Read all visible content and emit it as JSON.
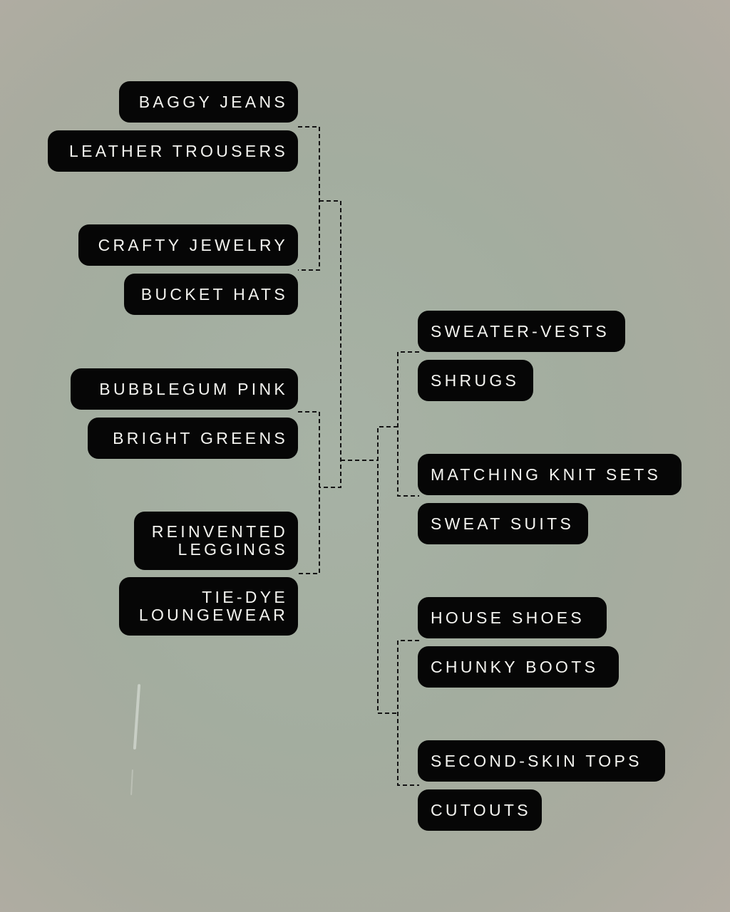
{
  "diagram": {
    "left_column": [
      {
        "id": "baggy-jeans",
        "lines": [
          "BAGGY JEANS"
        ]
      },
      {
        "id": "leather-trousers",
        "lines": [
          "LEATHER TROUSERS"
        ]
      },
      {
        "id": "crafty-jewelry",
        "lines": [
          "CRAFTY JEWELRY"
        ]
      },
      {
        "id": "bucket-hats",
        "lines": [
          "BUCKET HATS"
        ]
      },
      {
        "id": "bubblegum-pink",
        "lines": [
          "BUBBLEGUM PINK"
        ]
      },
      {
        "id": "bright-greens",
        "lines": [
          "BRIGHT GREENS"
        ]
      },
      {
        "id": "reinvented-leggings",
        "lines": [
          "REINVENTED",
          "LEGGINGS"
        ]
      },
      {
        "id": "tie-dye-loungewear",
        "lines": [
          "TIE-DYE",
          "LOUNGEWEAR"
        ]
      }
    ],
    "right_column": [
      {
        "id": "sweater-vests",
        "lines": [
          "SWEATER-VESTS"
        ]
      },
      {
        "id": "shrugs",
        "lines": [
          "SHRUGS"
        ]
      },
      {
        "id": "matching-knit-sets",
        "lines": [
          "MATCHING KNIT SETS"
        ]
      },
      {
        "id": "sweat-suits",
        "lines": [
          "SWEAT SUITS"
        ]
      },
      {
        "id": "house-shoes",
        "lines": [
          "HOUSE SHOES"
        ]
      },
      {
        "id": "chunky-boots",
        "lines": [
          "CHUNKY BOOTS"
        ]
      },
      {
        "id": "second-skin-tops",
        "lines": [
          "SECOND-SKIN TOPS"
        ]
      },
      {
        "id": "cutouts",
        "lines": [
          "CUTOUTS"
        ]
      }
    ]
  },
  "colors": {
    "pill_background": "#060606",
    "pill_text": "#f4f4f0",
    "connector": "#141414"
  }
}
